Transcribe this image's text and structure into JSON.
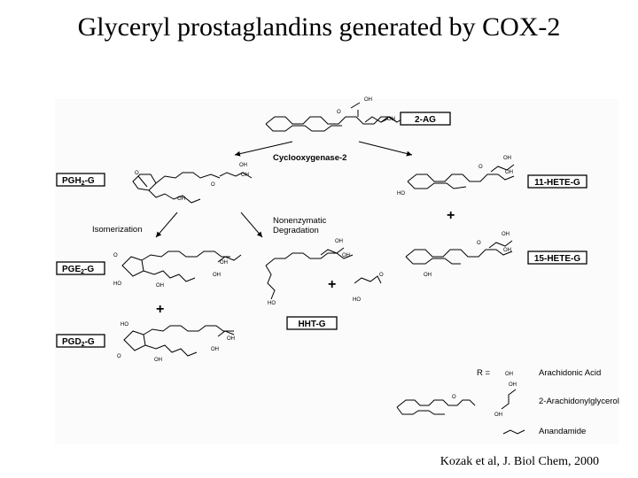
{
  "title": "Glyceryl prostaglandins generated by COX-2",
  "citation": "Kozak et al, J. Biol Chem, 2000",
  "diagram": {
    "enzyme_label": "Cyclooxygenase-2",
    "isomerization_label": "Isomerization",
    "nonenzymatic_label": [
      "Nonenzymatic",
      "Degradation"
    ],
    "plus_sign": "+",
    "products": {
      "substrate": "2-AG",
      "pgh2": "PGH",
      "pgh2_sub": "2",
      "pgh2_suffix": "-G",
      "pge2": "PGE",
      "pge2_sub": "2",
      "pge2_suffix": "-G",
      "pgd2": "PGD",
      "pgd2_sub": "2",
      "pgd2_suffix": "-G",
      "hht": "HHT-G",
      "hete11": "11-HETE-G",
      "hete15": "15-HETE-G"
    },
    "atoms": {
      "oh": "OH",
      "o": "O",
      "ho": "HO"
    },
    "legend": {
      "r_eq": "R =",
      "items": [
        "Arachidonic Acid",
        "2-Arachidonylglycerol",
        "Anandamide"
      ]
    }
  }
}
